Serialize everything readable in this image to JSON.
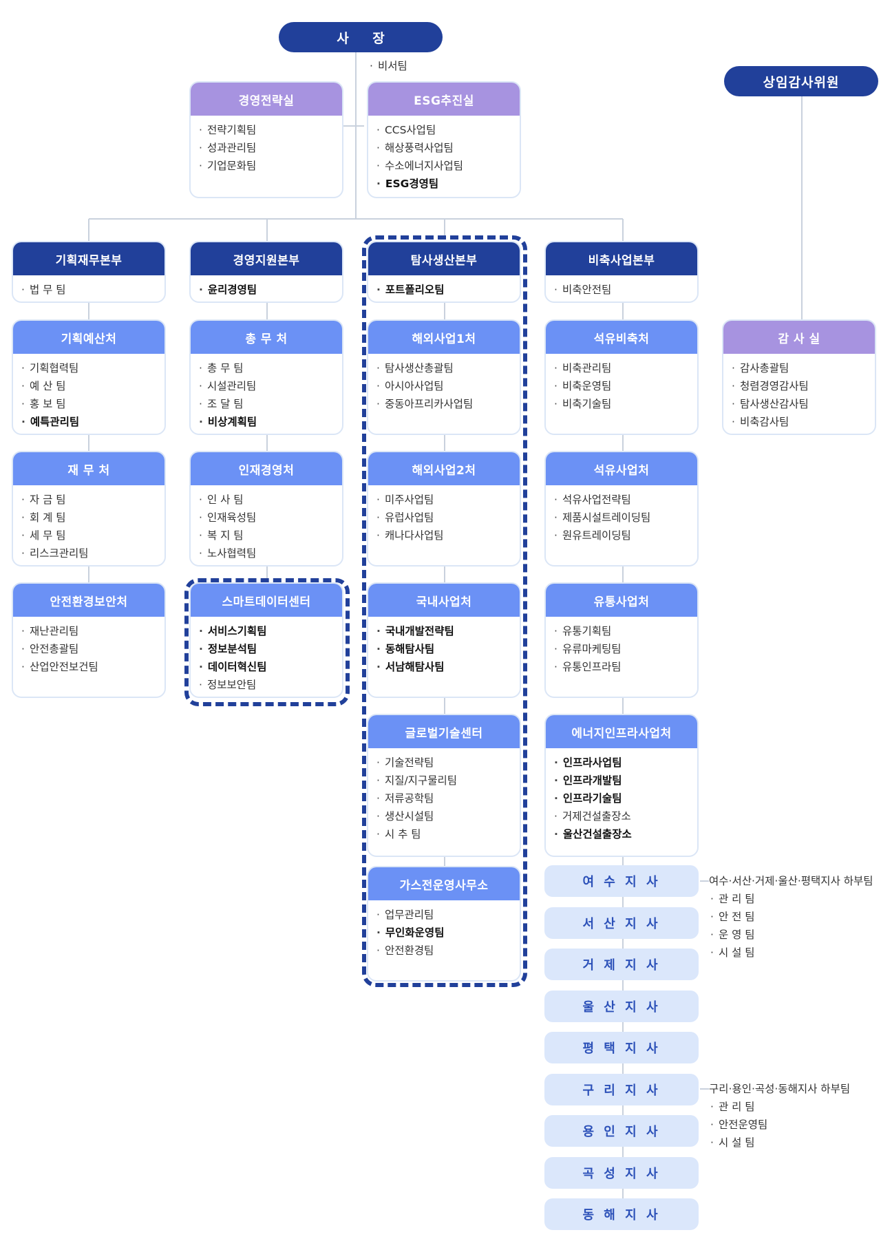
{
  "ceo": {
    "label": "사 장",
    "staff": "비서팀"
  },
  "audit_committee": "상임감사위원",
  "staff_offices": [
    {
      "title": "경영전략실",
      "teams": [
        {
          "name": "전략기획팀"
        },
        {
          "name": "성과관리팀"
        },
        {
          "name": "기업문화팀"
        }
      ]
    },
    {
      "title": "ESG추진실",
      "teams": [
        {
          "name": "CCS사업팀"
        },
        {
          "name": "해상풍력사업팀"
        },
        {
          "name": "수소에너지사업팀"
        },
        {
          "name": "ESG경영팀",
          "bold": true
        }
      ]
    }
  ],
  "divisions": [
    {
      "title": "기획재무본부",
      "teams": [
        {
          "name": "법 무 팀"
        }
      ],
      "departments": [
        {
          "title": "기획예산처",
          "teams": [
            {
              "name": "기획협력팀"
            },
            {
              "name": "예 산 팀"
            },
            {
              "name": "홍 보 팀"
            },
            {
              "name": "예특관리팀",
              "bold": true
            }
          ]
        },
        {
          "title": "재 무 처",
          "teams": [
            {
              "name": "자 금 팀"
            },
            {
              "name": "회 계 팀"
            },
            {
              "name": "세 무 팀"
            },
            {
              "name": "리스크관리팀"
            }
          ]
        },
        {
          "title": "안전환경보안처",
          "teams": [
            {
              "name": "재난관리팀"
            },
            {
              "name": "안전총괄팀"
            },
            {
              "name": "산업안전보건팀"
            }
          ]
        }
      ]
    },
    {
      "title": "경영지원본부",
      "teams": [
        {
          "name": "윤리경영팀",
          "bold": true
        }
      ],
      "departments": [
        {
          "title": "총 무 처",
          "teams": [
            {
              "name": "총 무 팀"
            },
            {
              "name": "시설관리팀"
            },
            {
              "name": "조 달 팀"
            },
            {
              "name": "비상계획팀",
              "bold": true
            }
          ]
        },
        {
          "title": "인재경영처",
          "teams": [
            {
              "name": "인 사 팀"
            },
            {
              "name": "인재육성팀"
            },
            {
              "name": "복 지 팀"
            },
            {
              "name": "노사협력팀"
            }
          ]
        },
        {
          "title": "스마트데이터센터",
          "teams": [
            {
              "name": "서비스기획팀",
              "bold": true
            },
            {
              "name": "정보분석팀",
              "bold": true
            },
            {
              "name": "데이터혁신팀",
              "bold": true
            },
            {
              "name": "정보보안팀"
            }
          ]
        }
      ]
    },
    {
      "title": "탐사생산본부",
      "teams": [
        {
          "name": "포트폴리오팀",
          "bold": true
        }
      ],
      "departments": [
        {
          "title": "해외사업1처",
          "teams": [
            {
              "name": "탐사생산총괄팀"
            },
            {
              "name": "아시아사업팀"
            },
            {
              "name": "중동아프리카사업팀"
            }
          ]
        },
        {
          "title": "해외사업2처",
          "teams": [
            {
              "name": "미주사업팀"
            },
            {
              "name": "유럽사업팀"
            },
            {
              "name": "캐나다사업팀"
            }
          ]
        },
        {
          "title": "국내사업처",
          "teams": [
            {
              "name": "국내개발전략팀",
              "bold": true
            },
            {
              "name": "동해탐사팀",
              "bold": true
            },
            {
              "name": "서남해탐사팀",
              "bold": true
            }
          ]
        },
        {
          "title": "글로벌기술센터",
          "teams": [
            {
              "name": "기술전략팀"
            },
            {
              "name": "지질/지구물리팀"
            },
            {
              "name": "저류공학팀"
            },
            {
              "name": "생산시설팀"
            },
            {
              "name": "시 추 팀"
            }
          ]
        },
        {
          "title": "가스전운영사무소",
          "teams": [
            {
              "name": "업무관리팀"
            },
            {
              "name": "무인화운영팀",
              "bold": true
            },
            {
              "name": "안전환경팀"
            }
          ]
        }
      ]
    },
    {
      "title": "비축사업본부",
      "teams": [
        {
          "name": "비축안전팀"
        }
      ],
      "departments": [
        {
          "title": "석유비축처",
          "teams": [
            {
              "name": "비축관리팀"
            },
            {
              "name": "비축운영팀"
            },
            {
              "name": "비축기술팀"
            }
          ]
        },
        {
          "title": "석유사업처",
          "teams": [
            {
              "name": "석유사업전략팀"
            },
            {
              "name": "제품시설트레이딩팀"
            },
            {
              "name": "원유트레이딩팀"
            }
          ]
        },
        {
          "title": "유통사업처",
          "teams": [
            {
              "name": "유통기획팀"
            },
            {
              "name": "유류마케팅팀"
            },
            {
              "name": "유통인프라팀"
            }
          ]
        },
        {
          "title": "에너지인프라사업처",
          "teams": [
            {
              "name": "인프라사업팀",
              "bold": true
            },
            {
              "name": "인프라개발팀",
              "bold": true
            },
            {
              "name": "인프라기술팀",
              "bold": true
            },
            {
              "name": "거제건설출장소"
            },
            {
              "name": "울산건설출장소",
              "bold": true
            }
          ]
        }
      ]
    }
  ],
  "branches": [
    "여 수 지 사",
    "서 산 지 사",
    "거 제 지 사",
    "울 산 지 사",
    "평 택 지 사",
    "구 리 지 사",
    "용 인 지 사",
    "곡 성 지 사",
    "동 해 지 사"
  ],
  "branch_notes": [
    {
      "title": "여수·서산·거제·울산·평택지사 하부팀",
      "teams": [
        "관 리 팀",
        "안 전 팀",
        "운 영 팀",
        "시 설 팀"
      ]
    },
    {
      "title": "구리·용인·곡성·동해지사 하부팀",
      "teams": [
        "관 리 팀",
        "안전운영팀",
        "시 설 팀"
      ]
    }
  ],
  "audit_office": {
    "title": "감 사 실",
    "teams": [
      {
        "name": "감사총괄팀"
      },
      {
        "name": "청렴경영감사팀"
      },
      {
        "name": "탐사생산감사팀"
      },
      {
        "name": "비축감사팀"
      }
    ]
  },
  "colors": {
    "navy": "#21409a",
    "blue": "#6b91f5",
    "purple": "#a793e0",
    "light": "#dbe7fb",
    "line": "#c9d1dd"
  }
}
